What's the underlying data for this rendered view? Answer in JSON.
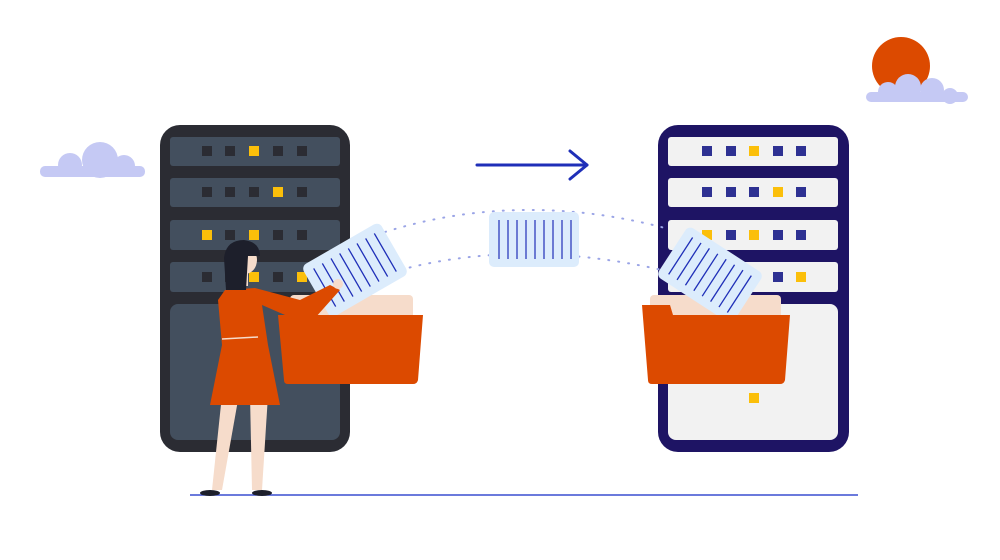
{
  "colors": {
    "background": "#ffffff",
    "source_server_frame": "#2b2c33",
    "source_server_panel": "#434f5e",
    "target_server_frame": "#1e1464",
    "target_server_panel": "#f2f2f2",
    "led_on": "#fbbf0a",
    "source_led_off": "#2b2c33",
    "target_led_off": "#2e3192",
    "folder": "#dc4a00",
    "folder_back": "#f6dccb",
    "document": "#dcecfc",
    "document_lines": "#1f2fb8",
    "arrow": "#1f2fb8",
    "cloud": "#c5c9f4",
    "sun": "#dc4a00",
    "ground": "#3a4ed0",
    "dress": "#dc4a00",
    "skin": "#f6dccb",
    "hair": "#1d1f2b"
  },
  "source_server": {
    "leds": [
      [
        0,
        0,
        1,
        0,
        0
      ],
      [
        0,
        0,
        0,
        1,
        0
      ],
      [
        1,
        0,
        1,
        0,
        0
      ],
      [
        0,
        0,
        1,
        0,
        1
      ]
    ]
  },
  "target_server": {
    "leds": [
      [
        0,
        0,
        1,
        0,
        0
      ],
      [
        0,
        0,
        0,
        1,
        0
      ],
      [
        1,
        0,
        1,
        0,
        0
      ],
      [
        0,
        0,
        0,
        0,
        1
      ]
    ]
  },
  "transfer_direction": "left-to-right"
}
